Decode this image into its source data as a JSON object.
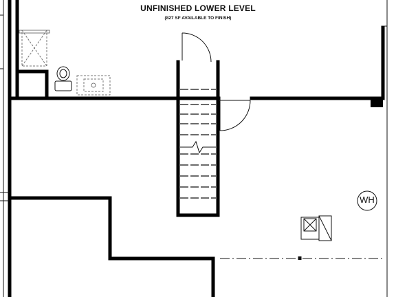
{
  "plan": {
    "title": "UNFINISHED LOWER LEVEL",
    "subtitle": "(827 SF AVAILABLE TO FINISH)",
    "water_heater_label": "WH"
  },
  "colors": {
    "wall": "#000000",
    "line": "#111111",
    "background": "#ffffff"
  },
  "icons": [
    "toilet-icon",
    "vanity-sink-icon",
    "stair-break-icon",
    "door-swing-icon",
    "mechanical-box-icon"
  ]
}
